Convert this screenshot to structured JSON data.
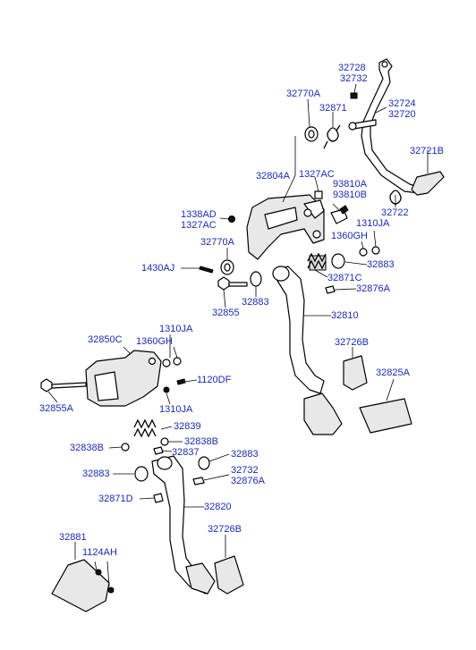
{
  "colors": {
    "label": "#1a2bb8",
    "line": "#000000",
    "background": "#ffffff"
  },
  "labels": {
    "p32728": "32728",
    "p32732_top": "32732",
    "p32770A_top": "32770A",
    "p32724": "32724",
    "p32720": "32720",
    "p32871": "32871",
    "p32721B": "32721B",
    "p32804A": "32804A",
    "p1327AC_top": "1327AC",
    "p93810A": "93810A",
    "p93810B": "93810B",
    "p32722": "32722",
    "p1338AD": "1338AD",
    "p1327AC_mid": "1327AC",
    "p1310JA_top": "1310JA",
    "p32770A_mid": "32770A",
    "p1360GH_top": "1360GH",
    "p32883_a": "32883",
    "p1430AJ": "1430AJ",
    "p32871C": "32871C",
    "p32876A_top": "32876A",
    "p32883_b": "32883",
    "p32855": "32855",
    "p32810": "32810",
    "p1310JA_mid": "1310JA",
    "p32850C": "32850C",
    "p1360GH_mid": "1360GH",
    "p32726B_top": "32726B",
    "p32825A": "32825A",
    "p1120DF": "1120DF",
    "p32855A": "32855A",
    "p1310JA_low": "1310JA",
    "p32839": "32839",
    "p32838B_left": "32838B",
    "p32838B_right": "32838B",
    "p32837": "32837",
    "p32883_c": "32883",
    "p32883_d": "32883",
    "p32732_low": "32732",
    "p32876A_low": "32876A",
    "p32871D": "32871D",
    "p32820": "32820",
    "p32881": "32881",
    "p32726B_low": "32726B",
    "p1124AH": "1124AH"
  }
}
